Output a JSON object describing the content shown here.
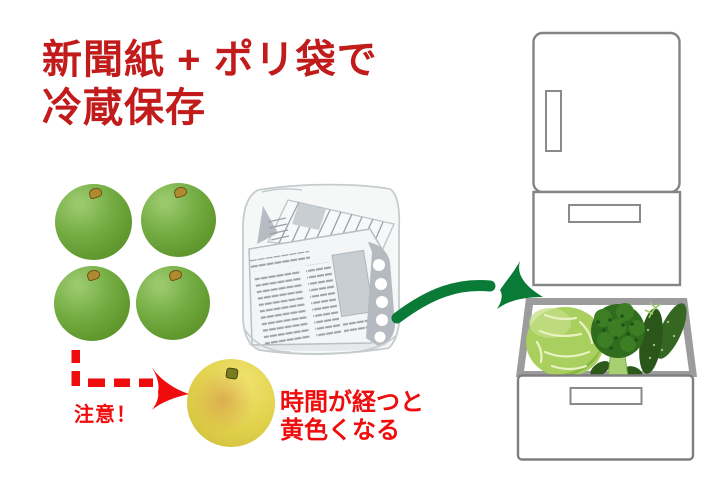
{
  "title": {
    "line1": "新聞紙 + ポリ袋で",
    "line2": "冷蔵保存"
  },
  "caution": {
    "label": "注意！"
  },
  "aging_note": {
    "line1": "時間が経つと",
    "line2": "黄色くなる"
  },
  "colors": {
    "title_red": "#c11b1b",
    "caution_red": "#ee0c0c",
    "arrow_green": "#0a7b37",
    "fruit_green": "#6fa83f",
    "fruit_yellow": "#e0d14b",
    "outline_gray": "#848484",
    "paper_gray": "#b6bcc1",
    "paper_line_gray": "#9aa1a7",
    "cabbage_green": "#a9cf5e",
    "dark_veg_green": "#2d6a1a"
  },
  "icons": {
    "green_fruits": "green-pear-group-icon",
    "newspaper_bag": "newspaper-in-plastic-bag-icon",
    "store_arrow": "curved-green-arrow-icon",
    "refrigerator": "refrigerator-icon",
    "vegetable_drawer": "vegetable-drawer-icon",
    "caution_arrow": "red-dashed-arrow-icon",
    "yellow_fruit": "yellowed-pear-icon"
  }
}
